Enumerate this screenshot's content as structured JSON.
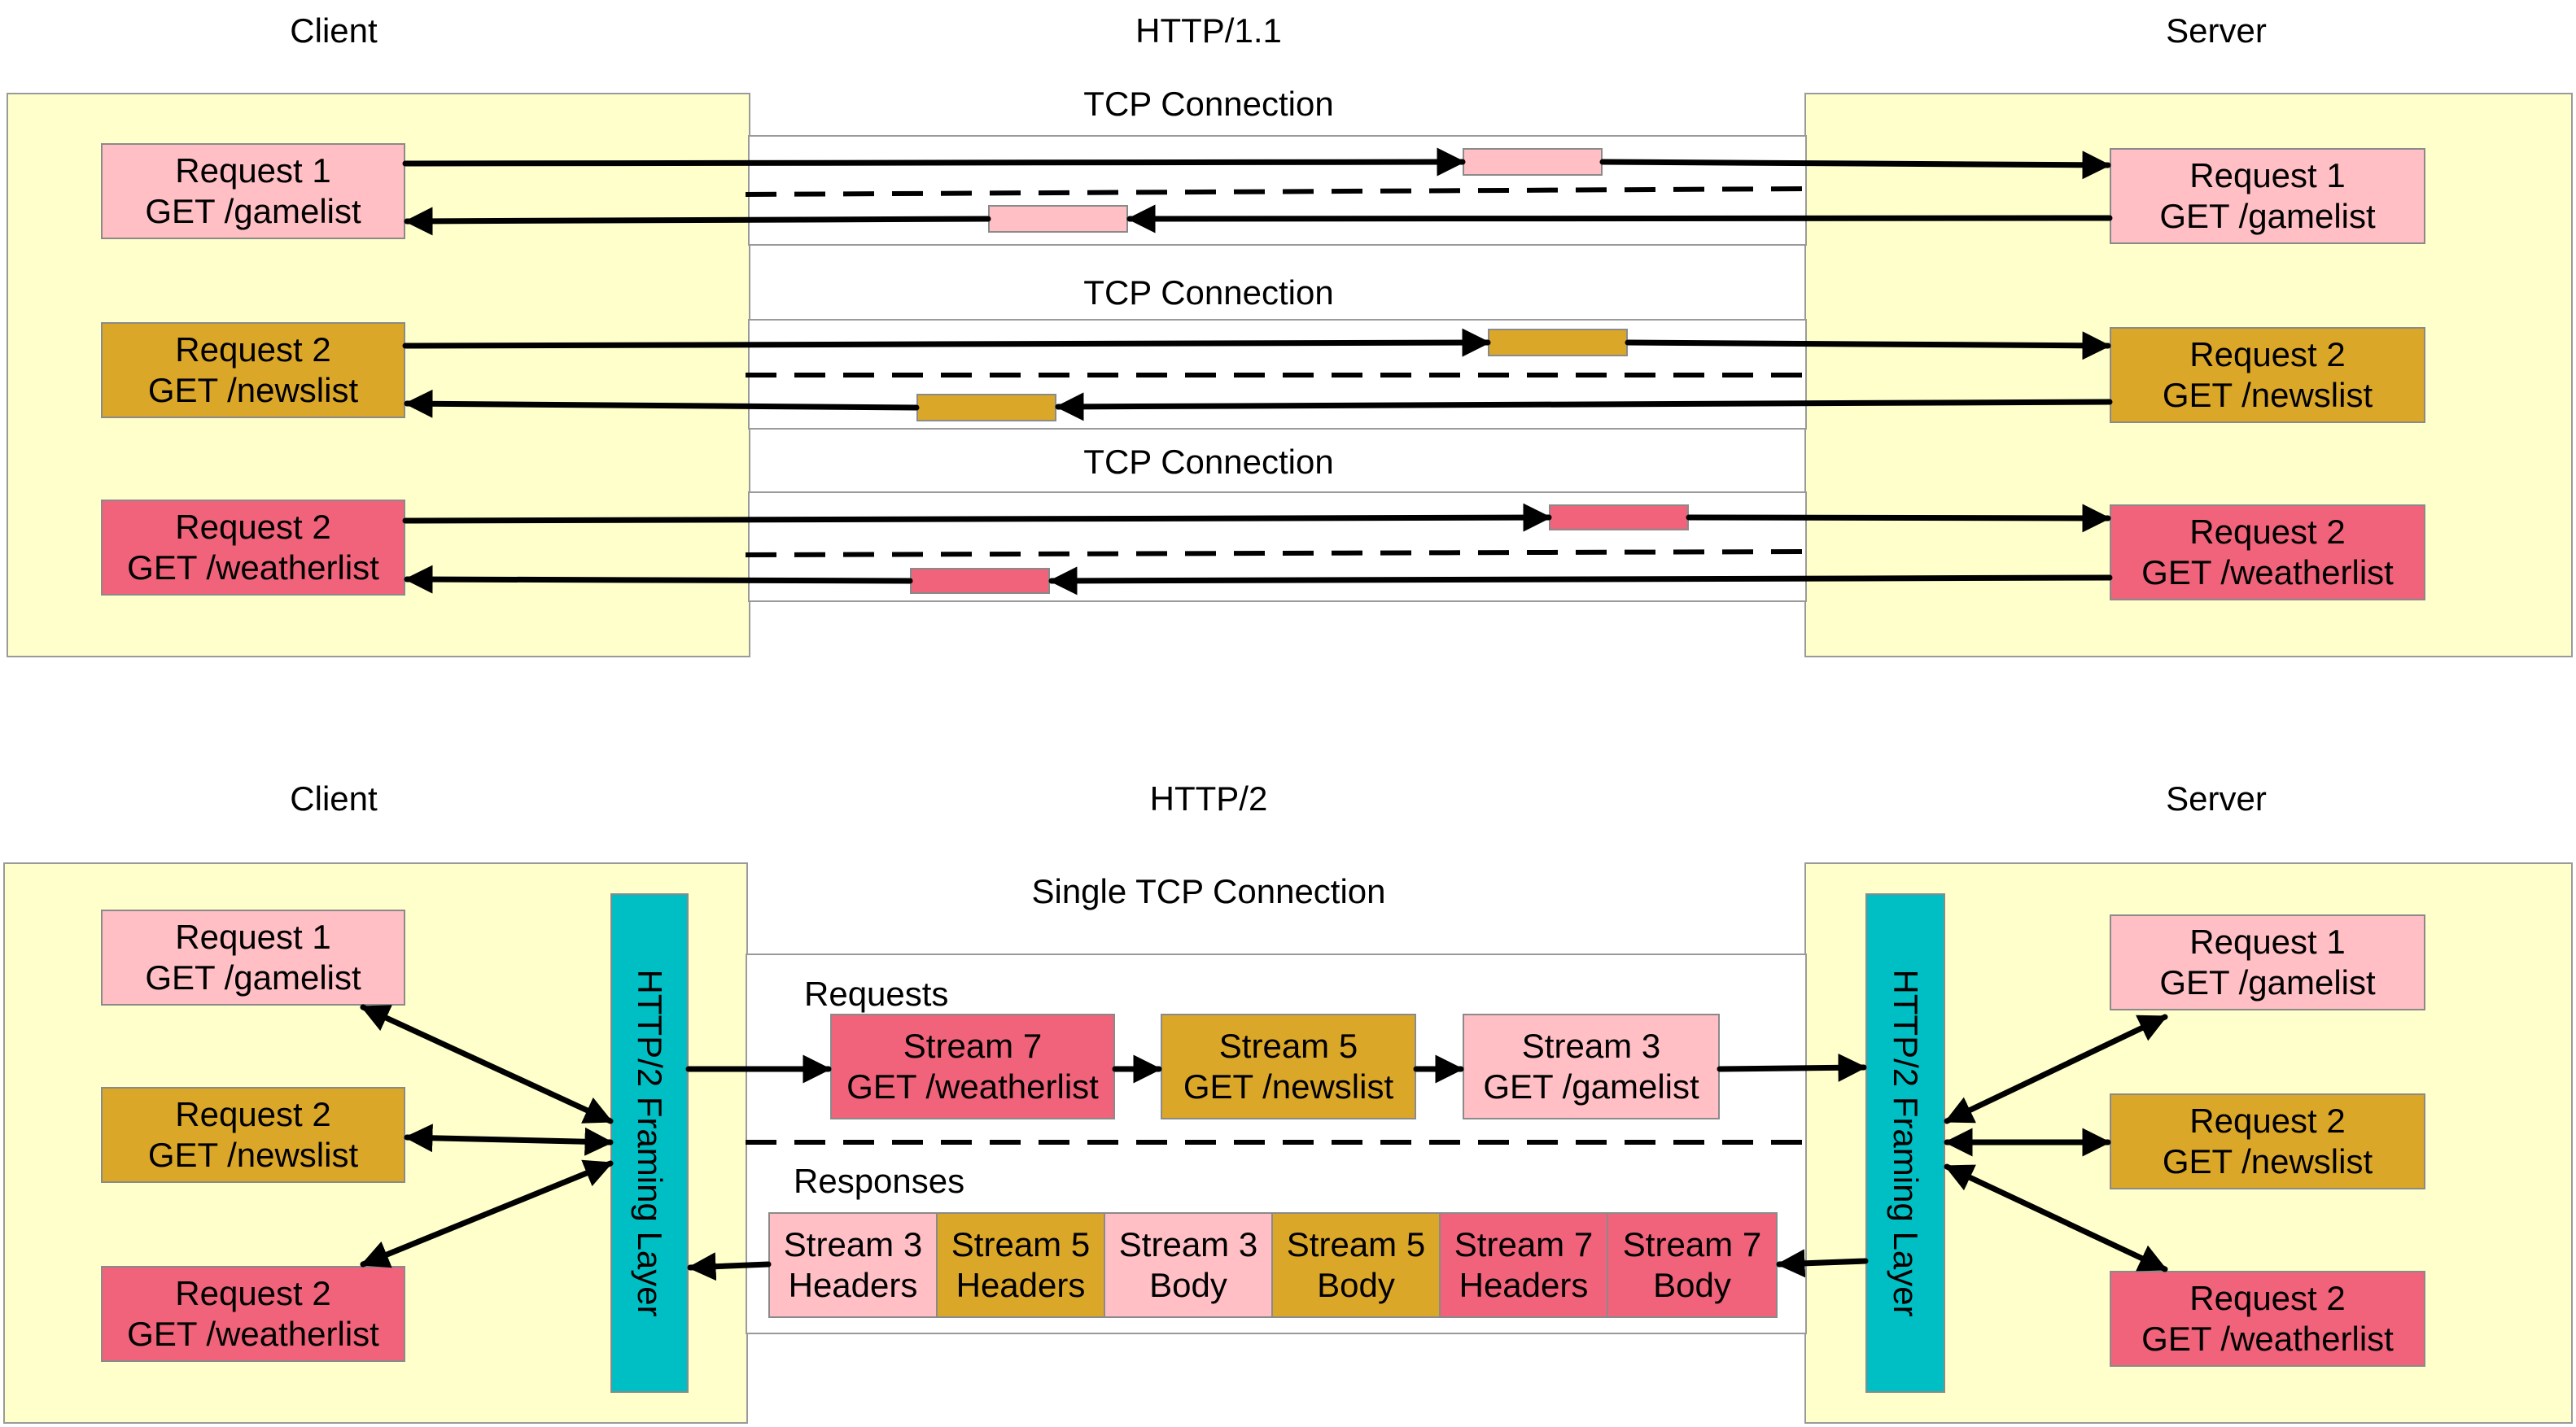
{
  "colors": {
    "panel": "#ffffcc",
    "request_1": "#ffbfc4",
    "request_2_newslist": "#dba728",
    "request_2_weatherlist": "#f0637a",
    "framing_layer": "#00bfc4",
    "arrow": "#000000"
  },
  "http1": {
    "client_title": "Client",
    "protocol_title": "HTTP/1.1",
    "server_title": "Server",
    "connections": [
      {
        "label": "TCP Connection"
      },
      {
        "label": "TCP Connection"
      },
      {
        "label": "TCP Connection"
      }
    ],
    "client_requests": [
      {
        "line1": "Request 1",
        "line2": "GET /gamelist"
      },
      {
        "line1": "Request 2",
        "line2": "GET /newslist"
      },
      {
        "line1": "Request 2",
        "line2": "GET /weatherlist"
      }
    ],
    "server_requests": [
      {
        "line1": "Request 1",
        "line2": "GET /gamelist"
      },
      {
        "line1": "Request 2",
        "line2": "GET /newslist"
      },
      {
        "line1": "Request 2",
        "line2": "GET /weatherlist"
      }
    ]
  },
  "http2": {
    "client_title": "Client",
    "protocol_title": "HTTP/2",
    "server_title": "Server",
    "connection_label": "Single TCP Connection",
    "framing_layer_label": "HTTP/2 Framing Layer",
    "requests_label": "Requests",
    "responses_label": "Responses",
    "client_requests": [
      {
        "line1": "Request 1",
        "line2": "GET /gamelist"
      },
      {
        "line1": "Request 2",
        "line2": "GET /newslist"
      },
      {
        "line1": "Request 2",
        "line2": "GET /weatherlist"
      }
    ],
    "server_requests": [
      {
        "line1": "Request 1",
        "line2": "GET /gamelist"
      },
      {
        "line1": "Request 2",
        "line2": "GET /newslist"
      },
      {
        "line1": "Request 2",
        "line2": "GET /weatherlist"
      }
    ],
    "request_streams": [
      {
        "line1": "Stream 7",
        "line2": "GET /weatherlist"
      },
      {
        "line1": "Stream 5",
        "line2": "GET /newslist"
      },
      {
        "line1": "Stream 3",
        "line2": "GET /gamelist"
      }
    ],
    "response_frames": [
      {
        "line1": "Stream 3",
        "line2": "Headers"
      },
      {
        "line1": "Stream 5",
        "line2": "Headers"
      },
      {
        "line1": "Stream 3",
        "line2": "Body"
      },
      {
        "line1": "Stream 5",
        "line2": "Body"
      },
      {
        "line1": "Stream 7",
        "line2": "Headers"
      },
      {
        "line1": "Stream 7",
        "line2": "Body"
      }
    ]
  }
}
